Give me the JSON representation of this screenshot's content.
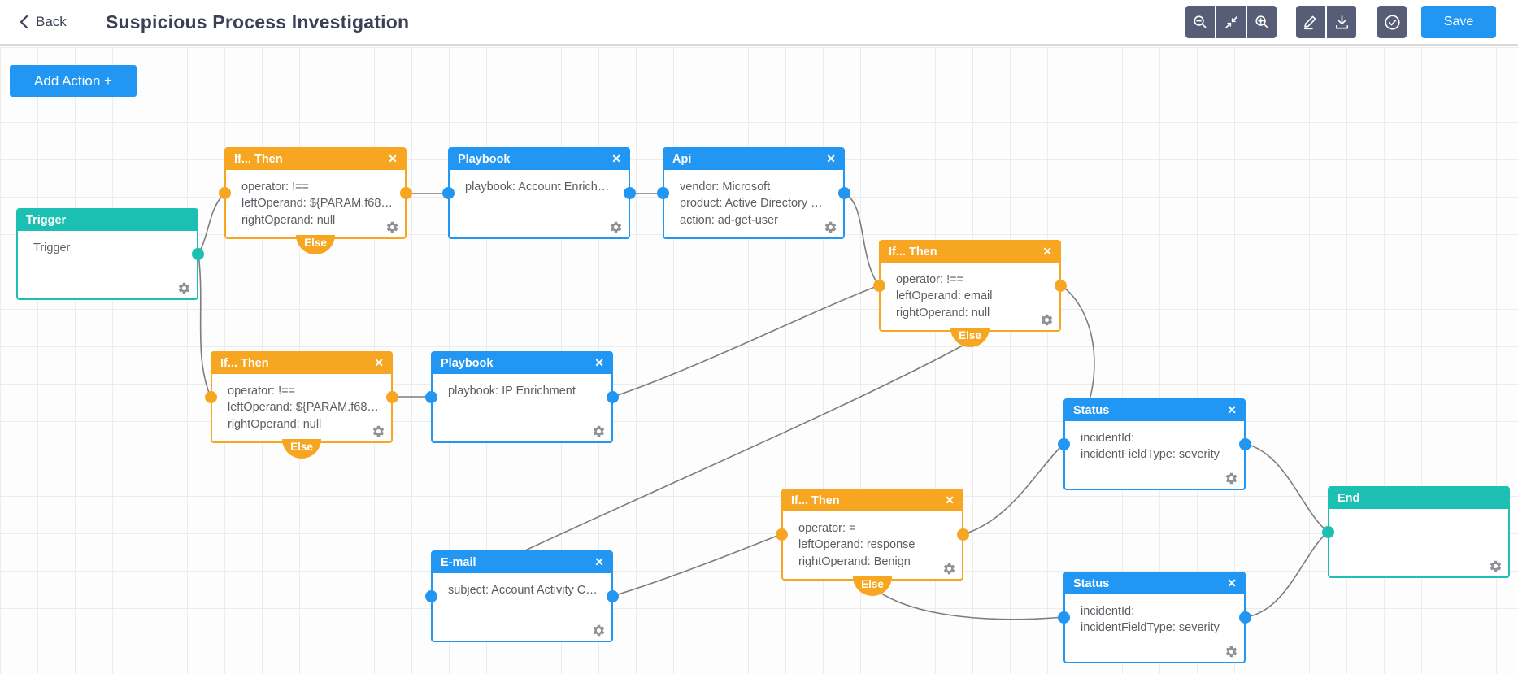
{
  "header": {
    "back_label": "Back",
    "title": "Suspicious Process Investigation",
    "toolbar": {
      "icons": [
        "zoom-out",
        "fit-to-screen",
        "zoom-in",
        "edit",
        "download",
        "validate"
      ],
      "save_label": "Save"
    }
  },
  "canvas": {
    "add_action_label": "Add Action +",
    "else_label": "Else",
    "colors": {
      "teal": "#1cc0b2",
      "orange": "#f7a621",
      "blue": "#2196f3",
      "toolbar_button": "#575c77",
      "connection_line": "#7d7d7d"
    },
    "nodes": [
      {
        "title": "Trigger",
        "lines": [
          "Trigger"
        ]
      },
      {
        "title": "If... Then",
        "lines": [
          "operator: !==",
          "leftOperand: ${PARAM.f68…",
          "rightOperand: null"
        ]
      },
      {
        "title": "Playbook",
        "lines": [
          "playbook: Account Enrich…"
        ]
      },
      {
        "title": "Api",
        "lines": [
          "vendor: Microsoft",
          "product: Active Directory …",
          "action: ad-get-user"
        ]
      },
      {
        "title": "If... Then",
        "lines": [
          "operator: !==",
          "leftOperand: email",
          "rightOperand: null"
        ]
      },
      {
        "title": "If... Then",
        "lines": [
          "operator: !==",
          "leftOperand: ${PARAM.f68…",
          "rightOperand: null"
        ]
      },
      {
        "title": "Playbook",
        "lines": [
          "playbook: IP Enrichment"
        ]
      },
      {
        "title": "Status",
        "lines": [
          "incidentId:",
          "incidentFieldType: severity"
        ]
      },
      {
        "title": "If... Then",
        "lines": [
          "operator: =",
          "leftOperand: response",
          "rightOperand: Benign"
        ]
      },
      {
        "title": "E-mail",
        "lines": [
          "subject: Account Activity C…"
        ]
      },
      {
        "title": "Status",
        "lines": [
          "incidentId:",
          "incidentFieldType: severity"
        ]
      },
      {
        "title": "End",
        "lines": []
      }
    ]
  }
}
